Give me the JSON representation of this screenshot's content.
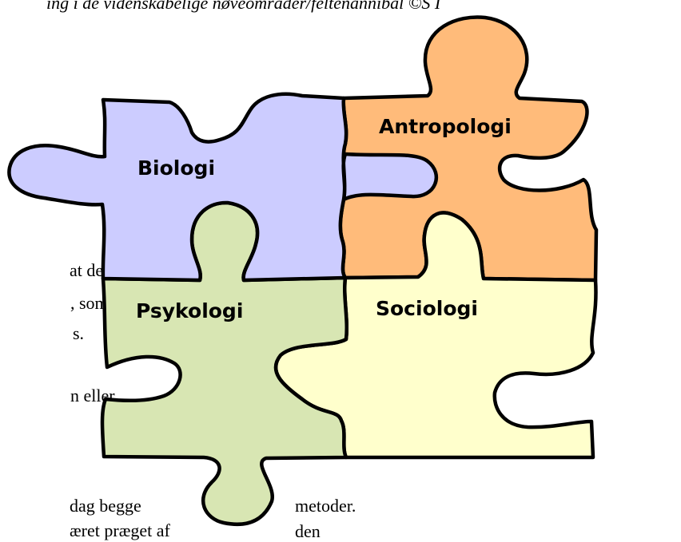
{
  "header": {
    "text": "ing i de videnskabelige nøveomrader/feltenannibal ©S I"
  },
  "body_fragments": {
    "line1": "at dele",
    "line2": ", som",
    "line3": "s.",
    "line4": "n eller",
    "line5": "dag begge",
    "line6": "æret præget af",
    "line7": "metoder.",
    "line8": "den"
  },
  "diagram": {
    "pieces": [
      {
        "key": "biologi",
        "label": "Biologi",
        "color": "#ccccff"
      },
      {
        "key": "antropologi",
        "label": "Antropologi",
        "color": "#ffbb7a"
      },
      {
        "key": "psykologi",
        "label": "Psykologi",
        "color": "#d8e6b3"
      },
      {
        "key": "sociologi",
        "label": "Sociologi",
        "color": "#ffffcc"
      }
    ],
    "outline_color": "#000000"
  }
}
